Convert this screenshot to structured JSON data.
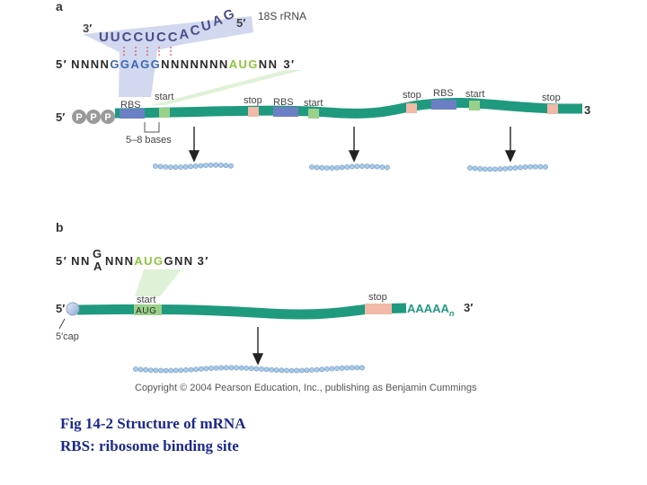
{
  "panel_a": {
    "label": "a",
    "rrna_label": "18S rRNA",
    "rrna_three_prime": "3′",
    "rrna_five_prime": "5′",
    "rrna_letters": [
      "U",
      "U",
      "C",
      "C",
      "U",
      "C",
      "C",
      "A",
      "C",
      "U",
      "A",
      "G"
    ],
    "mrna_five_prime": "5′",
    "mrna_prefix": "NNNN",
    "mrna_sd": "GGAGG",
    "mrna_middle": "NNNNNNN",
    "mrna_start": "AUG",
    "mrna_suffix": "NN",
    "mrna_three_prime": "3′",
    "strand_five_prime": "5′",
    "phosphate": "P",
    "strand_three_prime": "3",
    "rbs": "RBS",
    "start": "start",
    "stop": "stop",
    "spacing": "5–8 bases"
  },
  "panel_b": {
    "label": "b",
    "seq_five_prime": "5′",
    "seq_prefix": "NN",
    "purine_top": "G",
    "purine_bottom": "A",
    "seq_middle": "NNN",
    "seq_start": "AUG",
    "seq_suffix": "GNN",
    "seq_three_prime": "3′",
    "strand_five_prime": "5′",
    "start": "start",
    "start_codon": "AUG",
    "stop": "stop",
    "poly_a": "AAAAA",
    "poly_a_sub": "n",
    "strand_three_prime": "3′",
    "cap": "5′cap"
  },
  "copyright": "Copyright © 2004 Pearson Education, Inc., publishing as Benjamin Cummings",
  "caption": {
    "line1": "Fig 14-2 Structure of mRNA",
    "line2": "RBS: ribosome binding site"
  },
  "colors": {
    "rna_strand": "#1f9a7e",
    "rbs": "#6b7fc4",
    "start_codon": "#9ad08a",
    "stop_codon": "#f2b8a8",
    "sequence_text": "#2b2b2b",
    "sd_blue": "#3d67b0",
    "aug_green": "#8cc43c",
    "protein_bead": "#a9cbe8"
  }
}
